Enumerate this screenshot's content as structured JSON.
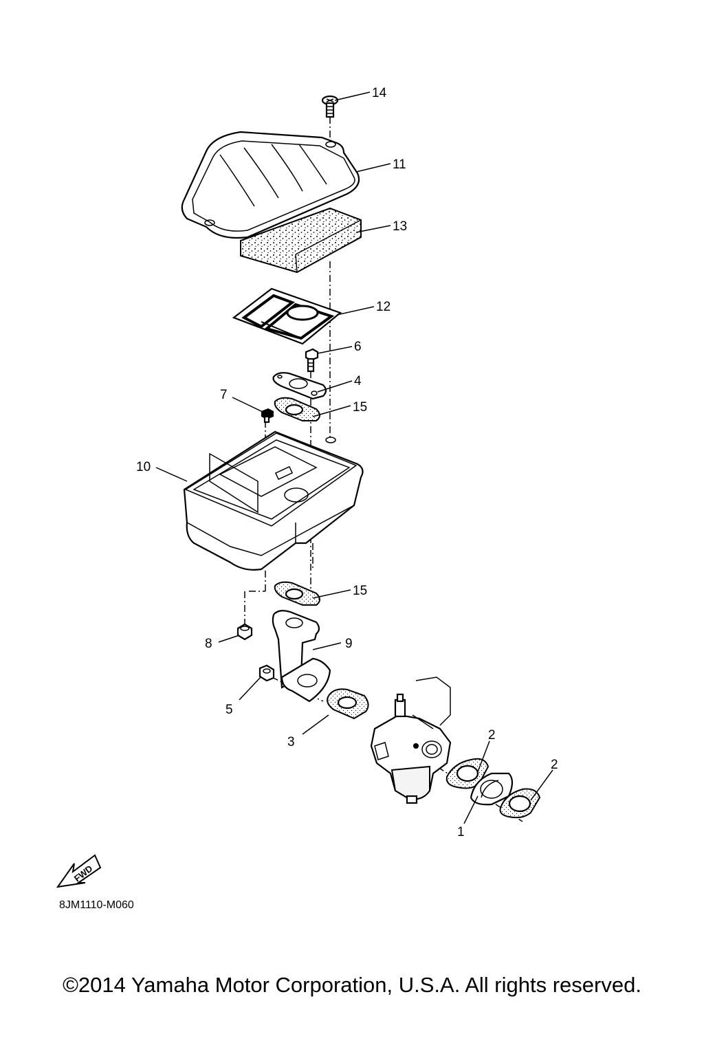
{
  "callouts": {
    "p1": "1",
    "p2a": "2",
    "p2b": "2",
    "p3": "3",
    "p4": "4",
    "p5": "5",
    "p6": "6",
    "p7": "7",
    "p8": "8",
    "p9": "9",
    "p10": "10",
    "p11": "11",
    "p12": "12",
    "p13": "13",
    "p14": "14",
    "p15a": "15",
    "p15b": "15"
  },
  "fwd_label": "FWD",
  "diagram_code": "8JM1110-M060",
  "copyright": "©2014 Yamaha Motor Corporation, U.S.A. All rights reserved."
}
